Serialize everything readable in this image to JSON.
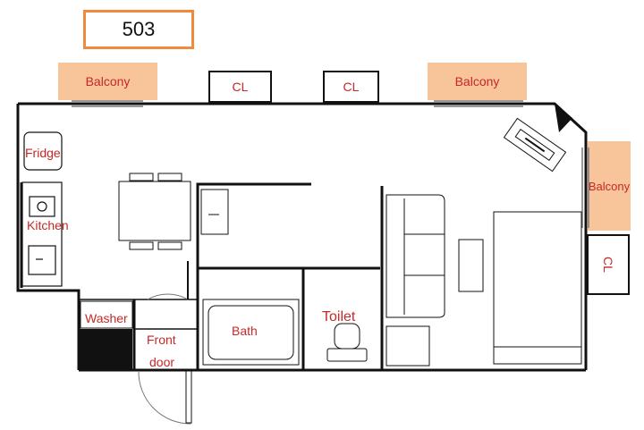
{
  "unit_number": "503",
  "balconies": [
    "Balcony",
    "Balcony",
    "Balcony"
  ],
  "closets": [
    "CL",
    "CL",
    "CL"
  ],
  "rooms": {
    "fridge": "Fridge",
    "kitchen": "Kitchen",
    "washer": "Washer",
    "front_door_line1": "Front",
    "front_door_line2": "door",
    "bath": "Bath",
    "toilet": "Toilet"
  },
  "colors": {
    "balcony_fill": "#f8c49a",
    "unit_border": "#f08a3c",
    "label_text": "#c62828",
    "wall": "#111111"
  }
}
